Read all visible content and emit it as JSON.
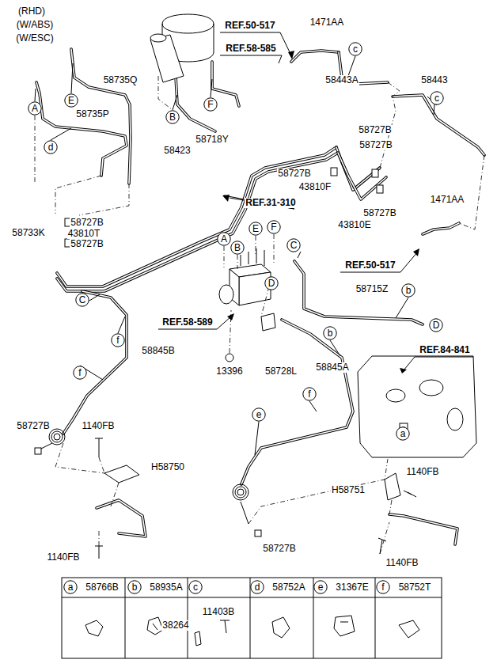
{
  "diagram": {
    "nodes": [
      {
        "text": [
          "A"
        ]
      },
      {
        "text": [
          "E"
        ]
      },
      {
        "text": [
          "d"
        ]
      },
      {
        "text": [
          "B"
        ]
      },
      {
        "text": [
          "F"
        ]
      },
      {
        "text": [
          "c"
        ]
      },
      {
        "text": [
          "c"
        ]
      },
      {
        "text": [
          "A"
        ]
      },
      {
        "text": [
          "B"
        ]
      },
      {
        "text": [
          "E"
        ]
      },
      {
        "text": [
          "F"
        ]
      },
      {
        "text": [
          "C"
        ]
      },
      {
        "text": [
          "D"
        ]
      },
      {
        "text": [
          "C"
        ]
      },
      {
        "text": [
          "b"
        ]
      },
      {
        "text": [
          "D"
        ]
      },
      {
        "text": [
          "b"
        ]
      },
      {
        "text": [
          "f"
        ]
      },
      {
        "text": [
          "f"
        ]
      },
      {
        "text": [
          "e"
        ]
      },
      {
        "text": [
          "f"
        ]
      },
      {
        "text": [
          "a"
        ]
      },
      {
        "text": [
          "a"
        ]
      },
      {
        "text": [
          "b"
        ]
      },
      {
        "text": [
          "c"
        ]
      },
      {
        "text": [
          "d"
        ]
      },
      {
        "text": [
          "e"
        ]
      },
      {
        "text": [
          "f"
        ]
      }
    ],
    "labels": [
      "(RHD)",
      "(W/ABS)",
      "(W/ESC)",
      "REF.50-517",
      "1471AA",
      "REF.58-585",
      "58735Q",
      "58443A",
      "58443",
      "58735P",
      "58727B",
      "58718Y",
      "58423",
      "58727B",
      "58727B",
      "43810F",
      "REF.31-310",
      "1471AA",
      "58727B",
      "58727B",
      "43810E",
      "58733K",
      "43810T",
      "58727B",
      "REF.50-517",
      "58715Z",
      "REF.58-589",
      "58845B",
      "REF.84-841",
      "58845A",
      "13396",
      "58728L",
      "58727B",
      "1140FB",
      "H58750",
      "1140FB",
      "H58751",
      "58727B",
      "1140FB",
      "1140FB",
      "58766B",
      "58935A",
      "11403B",
      "38264",
      "58752A",
      "31367E",
      "58752T"
    ]
  }
}
